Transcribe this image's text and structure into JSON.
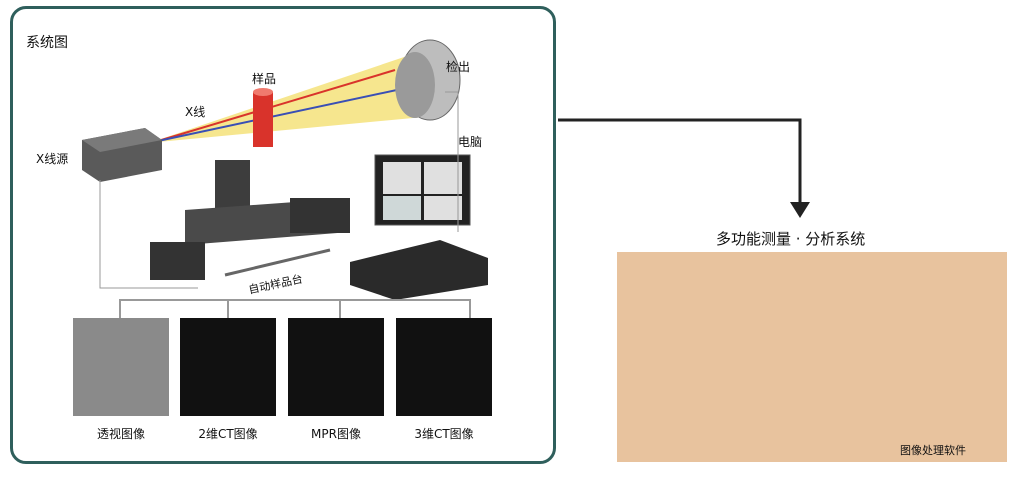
{
  "panel": {
    "title": "系统图",
    "labels": {
      "x_source": "X线源",
      "x_ray": "X线",
      "sample": "样品",
      "detector": "检出",
      "computer": "电脑",
      "stage": "自动样品台"
    }
  },
  "thumbnails": [
    {
      "caption": "透视图像"
    },
    {
      "caption": "2维CT图像"
    },
    {
      "caption": "MPR图像"
    },
    {
      "caption": "3维CT图像"
    }
  ],
  "right": {
    "title": "多功能测量 · 分析系统",
    "caption": "图像处理软件"
  },
  "colors": {
    "panel_border": "#2f5f5c",
    "right_bg": "#e8c39e",
    "beam": "#f5e27a",
    "sample": "#d9332b"
  }
}
